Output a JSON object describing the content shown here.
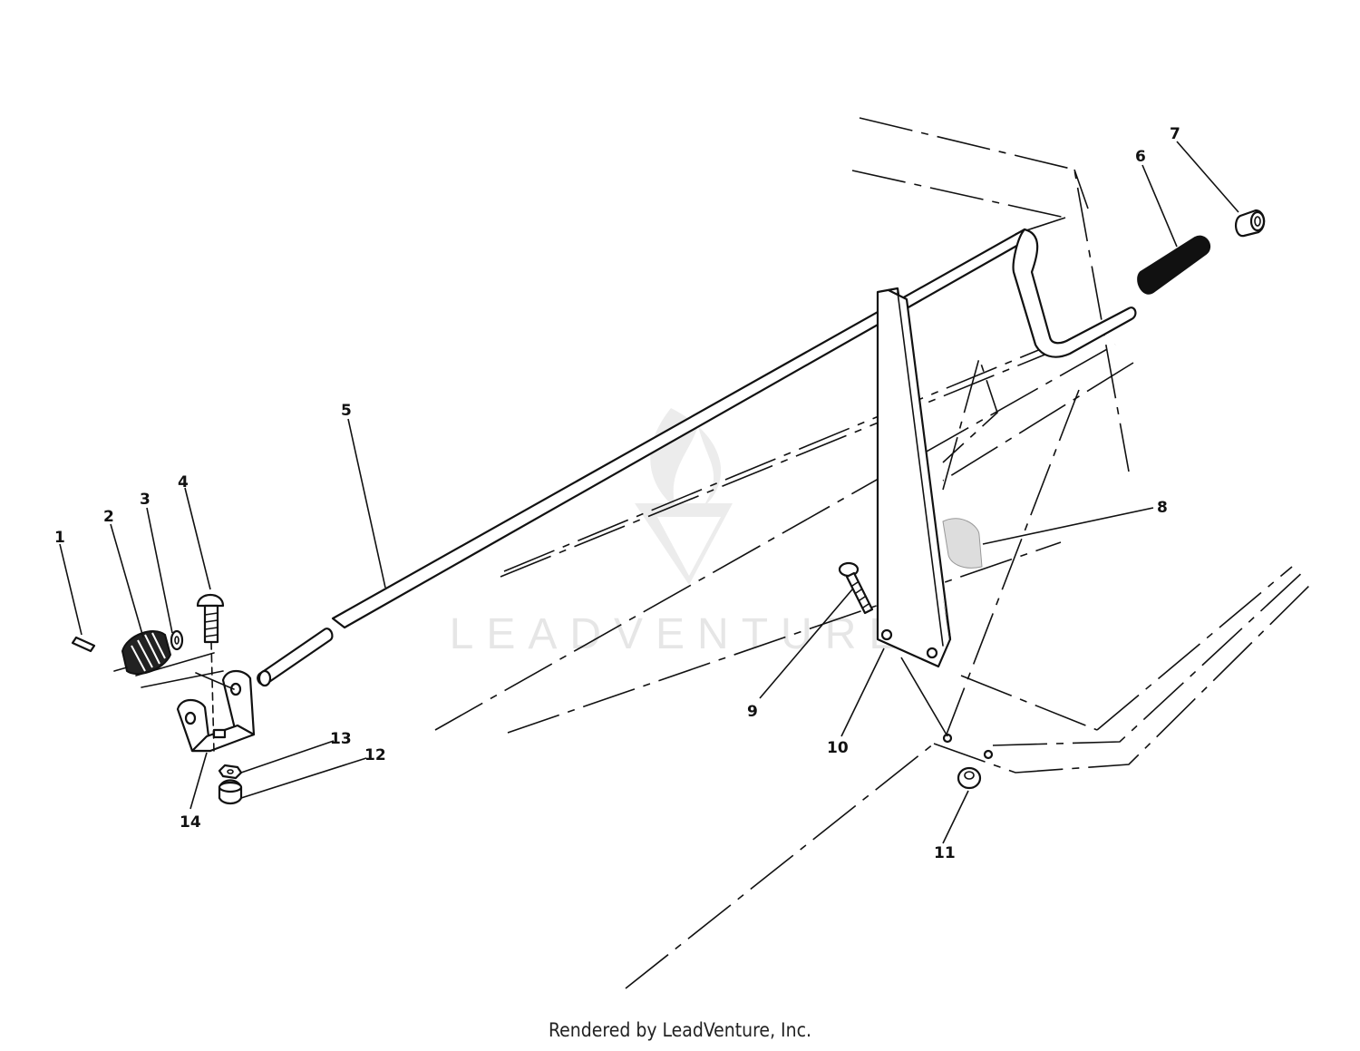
{
  "watermark": {
    "text": "LEADVENTURE",
    "logo": "leadventure-logo"
  },
  "footer": {
    "text": "Rendered by LeadVenture, Inc."
  },
  "callouts": [
    "1",
    "2",
    "3",
    "4",
    "5",
    "6",
    "7",
    "8",
    "9",
    "10",
    "11",
    "12",
    "13",
    "14"
  ]
}
